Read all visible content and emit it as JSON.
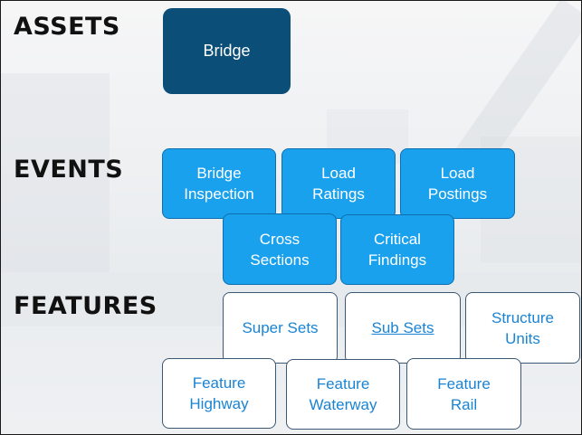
{
  "sections": {
    "assets": "ASSETS",
    "events": "EVENTS",
    "features": "FEATURES"
  },
  "assets": {
    "bridge": "Bridge"
  },
  "events": {
    "bridge_inspection": "Bridge\nInspection",
    "load_ratings": "Load\nRatings",
    "load_postings": "Load\nPostings",
    "cross_sections": "Cross\nSections",
    "critical_findings": "Critical\nFindings"
  },
  "features": {
    "super_sets": "Super Sets",
    "sub_sets": "Sub Sets",
    "structure_units": "Structure\nUnits",
    "feature_highway": "Feature\nHighway",
    "feature_waterway": "Feature\nWaterway",
    "feature_rail": "Feature\nRail"
  },
  "colors": {
    "asset_fill": "#0b4f79",
    "event_fill": "#1aa1ee",
    "feature_fill": "#ffffff",
    "feature_text": "#1a84d4"
  }
}
